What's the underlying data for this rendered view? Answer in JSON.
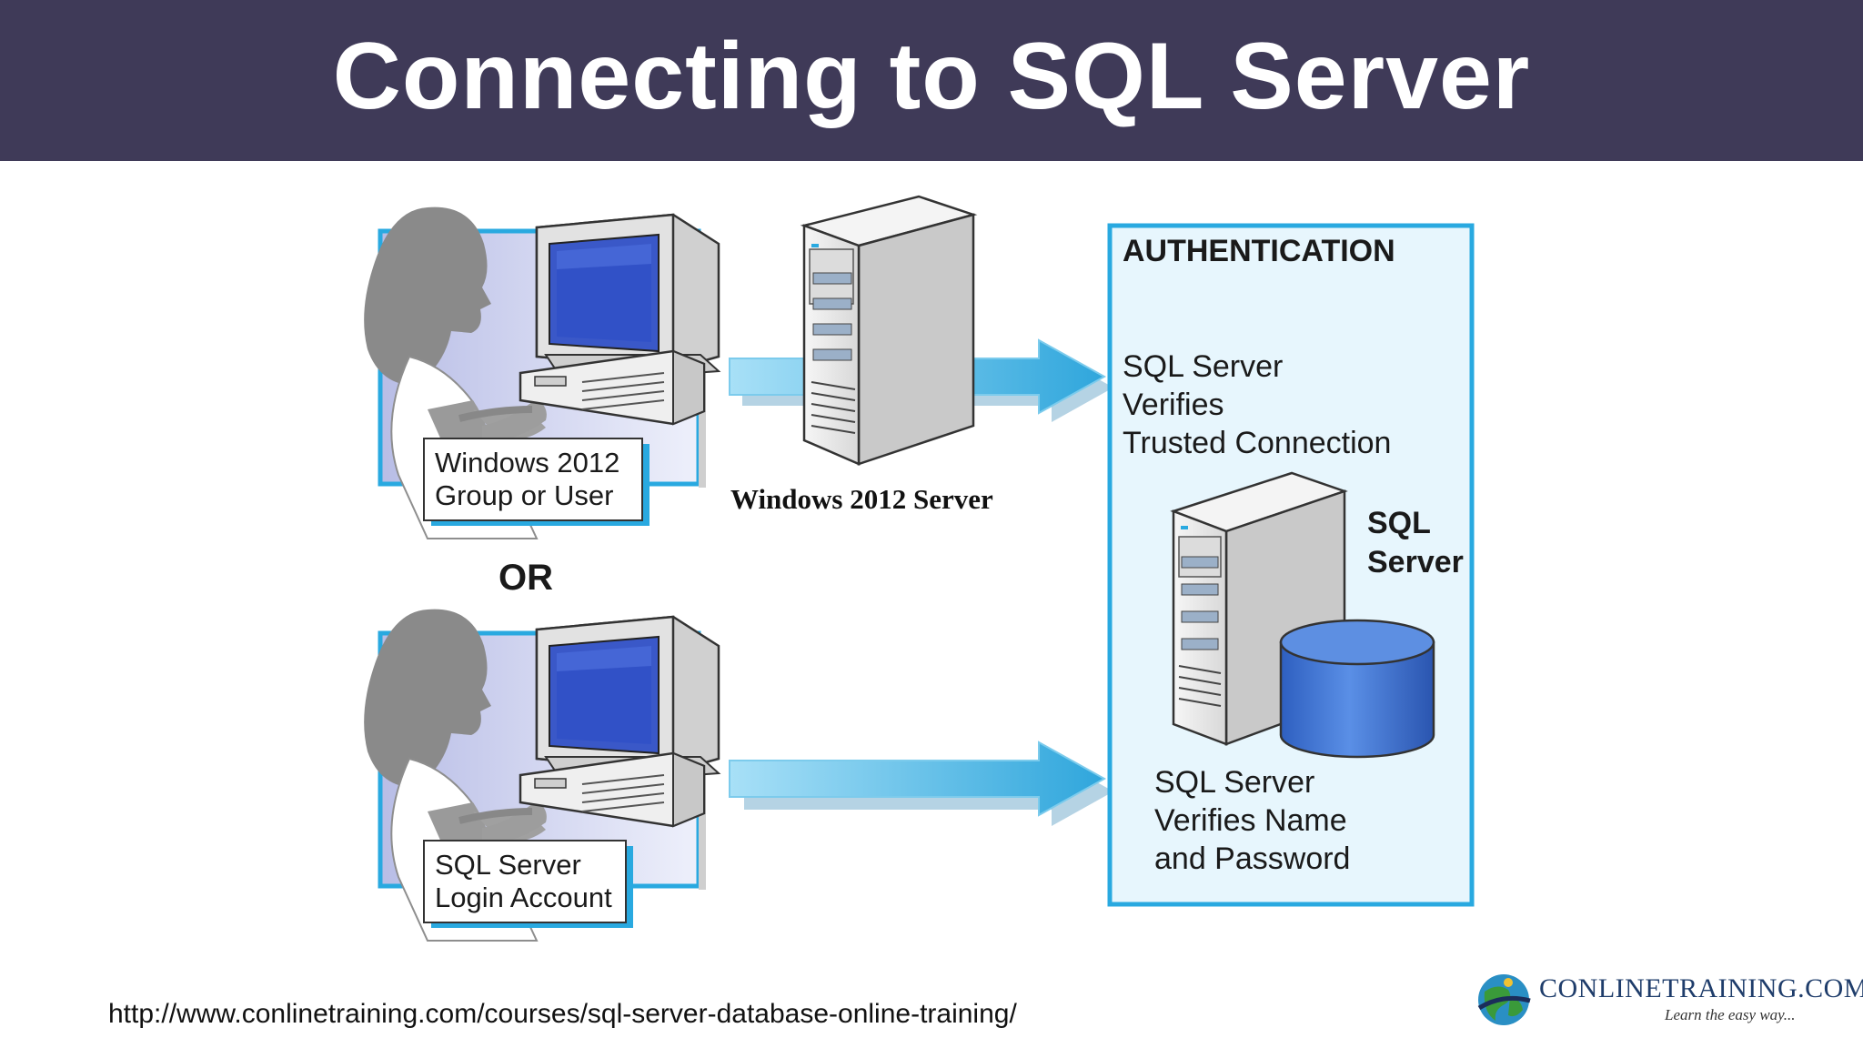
{
  "slide": {
    "title": "Connecting to SQL Server",
    "url": "http://www.conlinetraining.com/courses/sql-server-database-online-training/"
  },
  "diagram": {
    "client_windows_label_line1": "Windows 2012",
    "client_windows_label_line2": "Group or User",
    "or_label": "OR",
    "client_sql_label_line1": "SQL Server",
    "client_sql_label_line2": "Login Account",
    "windows_server_label": "Windows 2012 Server",
    "auth_heading": "AUTHENTICATION",
    "trusted_line1": "SQL Server",
    "trusted_line2": "Verifies",
    "trusted_line3": "Trusted Connection",
    "sql_server_label_line1": "SQL",
    "sql_server_label_line2": "Server",
    "password_line1": "SQL Server",
    "password_line2": "Verifies Name",
    "password_line3": "and Password"
  },
  "logo": {
    "name": "CONLINETRAINING.COM",
    "tagline": "Learn the easy way..."
  },
  "colors": {
    "title_bar": "#3f3a58",
    "accent_blue": "#29a9e0",
    "arrow_blue": "#5bc3ee",
    "auth_fill": "#e4f5fd",
    "screen_blue": "#2f4fc8",
    "database_blue": "#3d74d6"
  }
}
